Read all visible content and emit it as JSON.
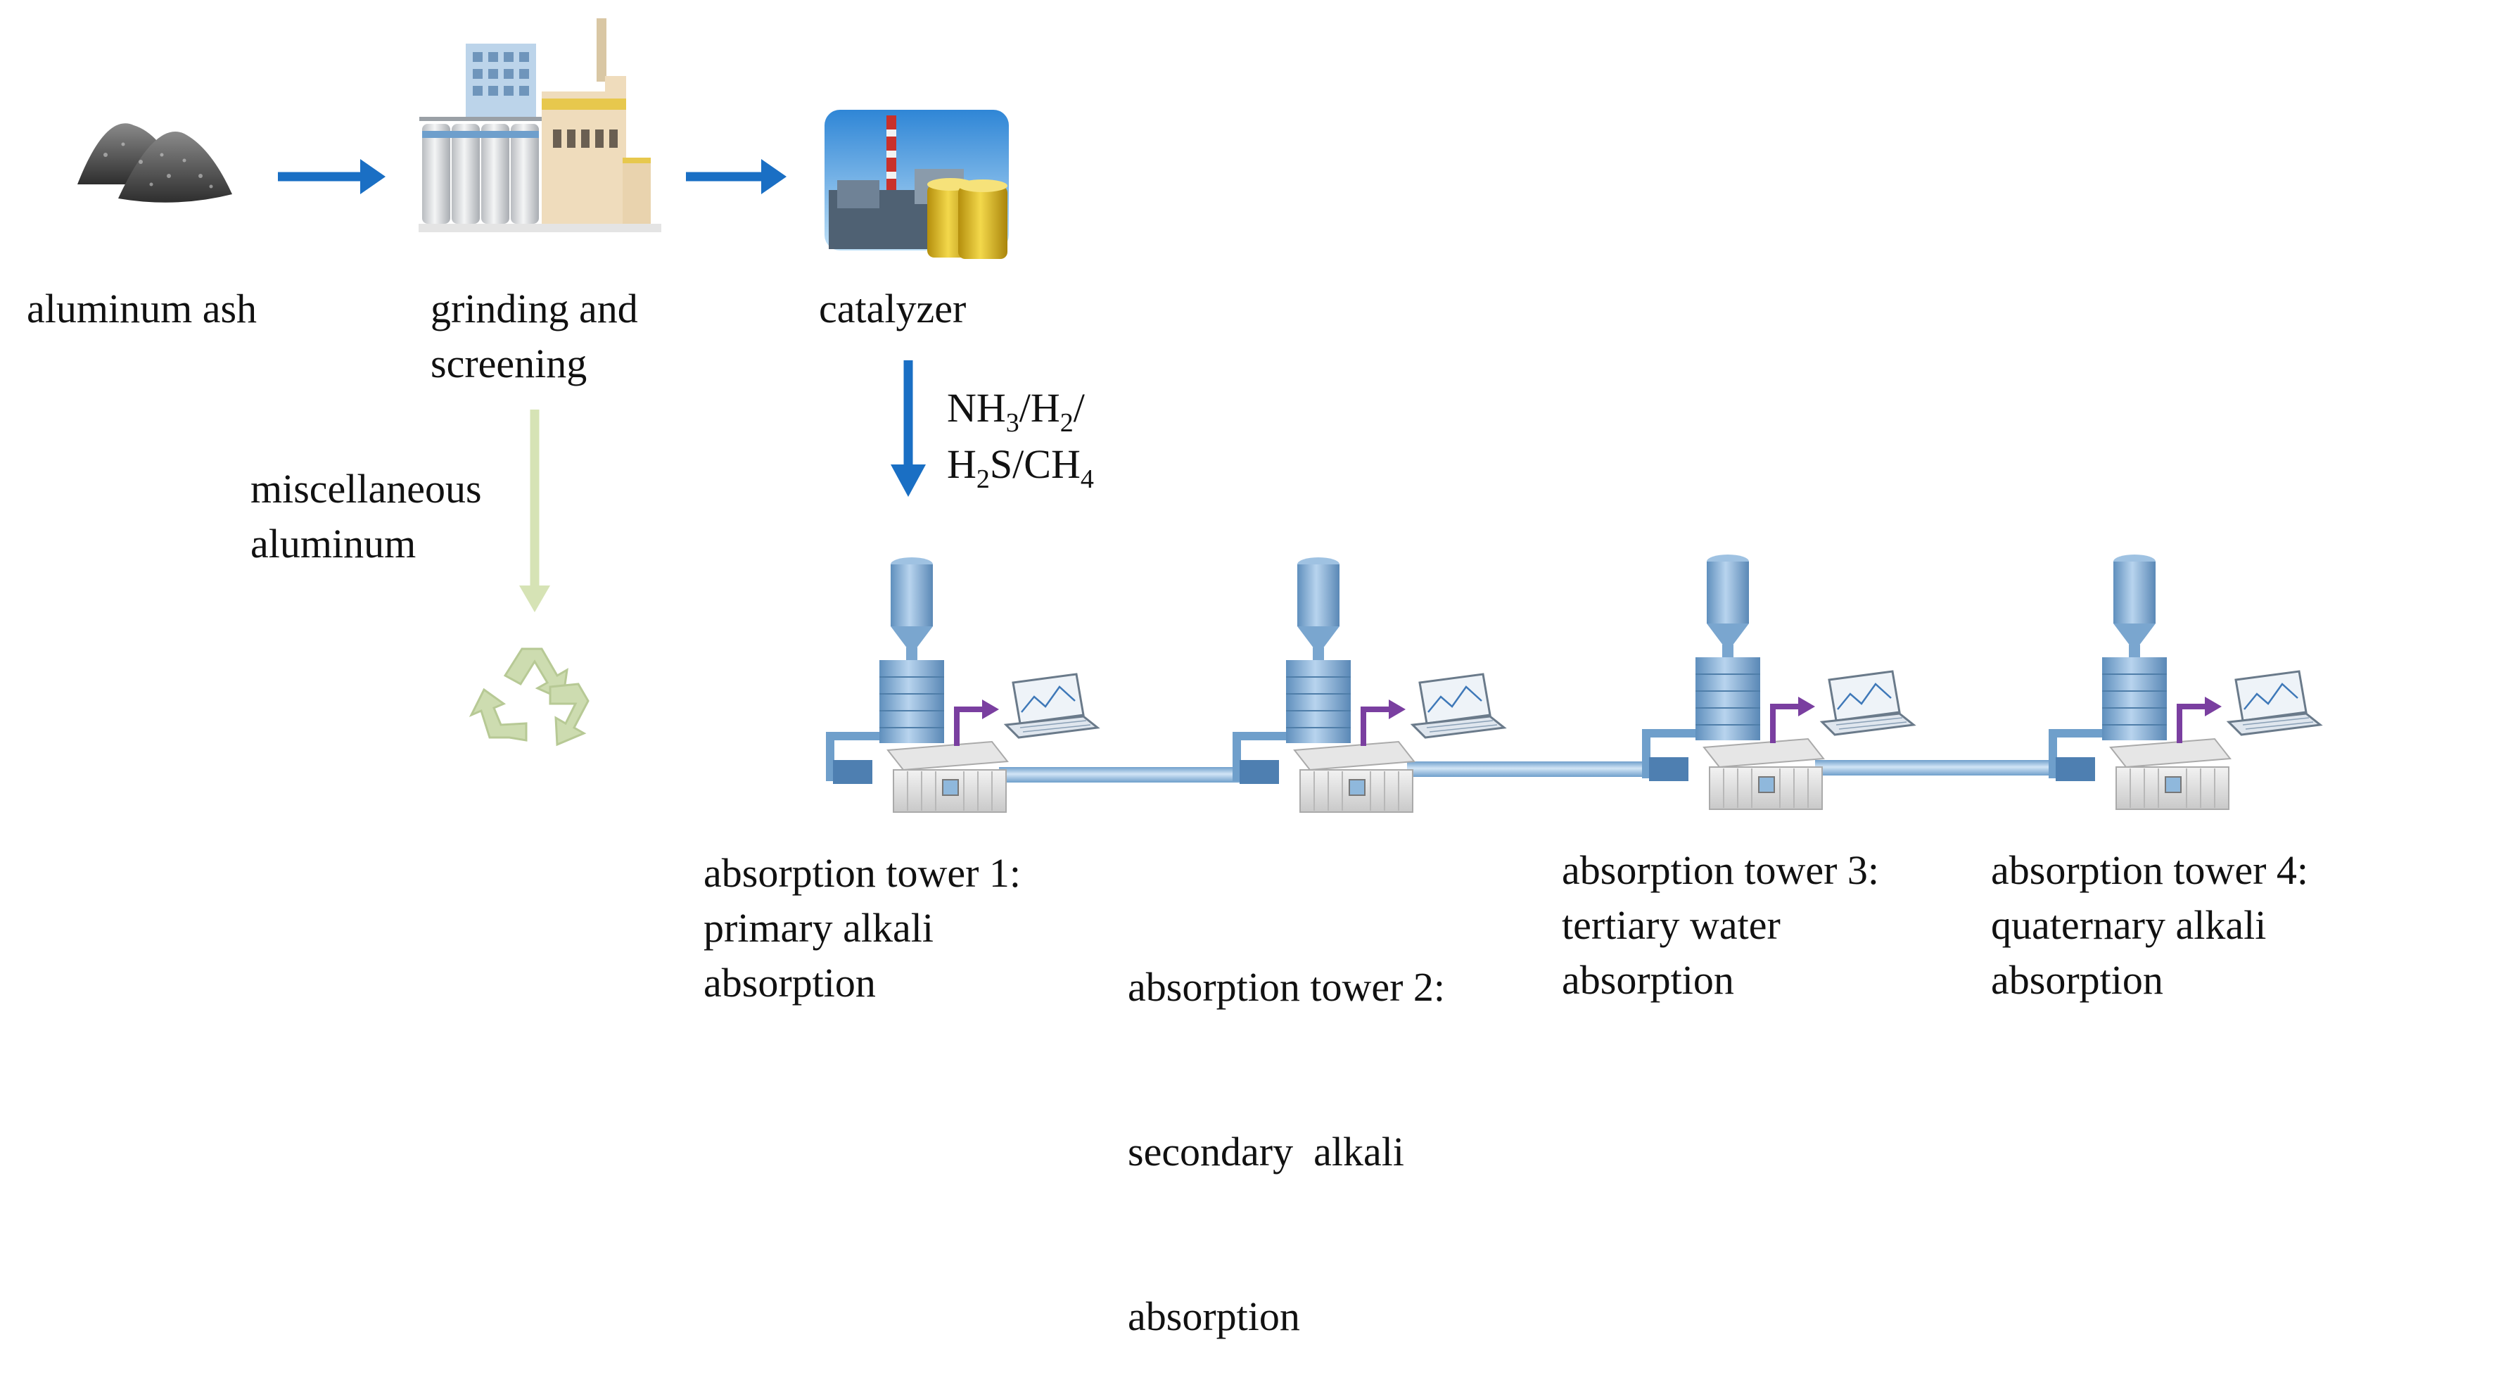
{
  "labels": {
    "aluminum_ash": "aluminum ash",
    "grinding_line1": "grinding and",
    "grinding_line2": "screening",
    "catalyzer": "catalyzer",
    "misc_line1": "miscellaneous",
    "misc_line2": "aluminum",
    "gas_line1": "NH3/H2/",
    "gas_line2": "H2S/CH4"
  },
  "towers": [
    {
      "line1": "absorption tower 1:",
      "line2": "primary alkali",
      "line3": "absorption"
    },
    {
      "line1": "absorption tower 2:",
      "line2": "secondary  alkali",
      "line3": "absorption"
    },
    {
      "line1": "absorption tower 3:",
      "line2": "tertiary water",
      "line3": "absorption"
    },
    {
      "line1": "absorption tower 4:",
      "line2": "quaternary alkali",
      "line3": "absorption"
    }
  ],
  "colors": {
    "flow_arrow": "#1a6fc4",
    "waste_arrow": "#d6e3b5",
    "recycle": "#cddcb0",
    "tower": "#8fb8dc",
    "pipe": "#8ab6da",
    "signal_arrow": "#7a3fa0"
  },
  "icons": [
    "ash-pile-icon",
    "factory-icon",
    "catalyzer-plant-icon",
    "recycle-icon",
    "absorption-tower-icon",
    "monitor-laptop-icon"
  ]
}
